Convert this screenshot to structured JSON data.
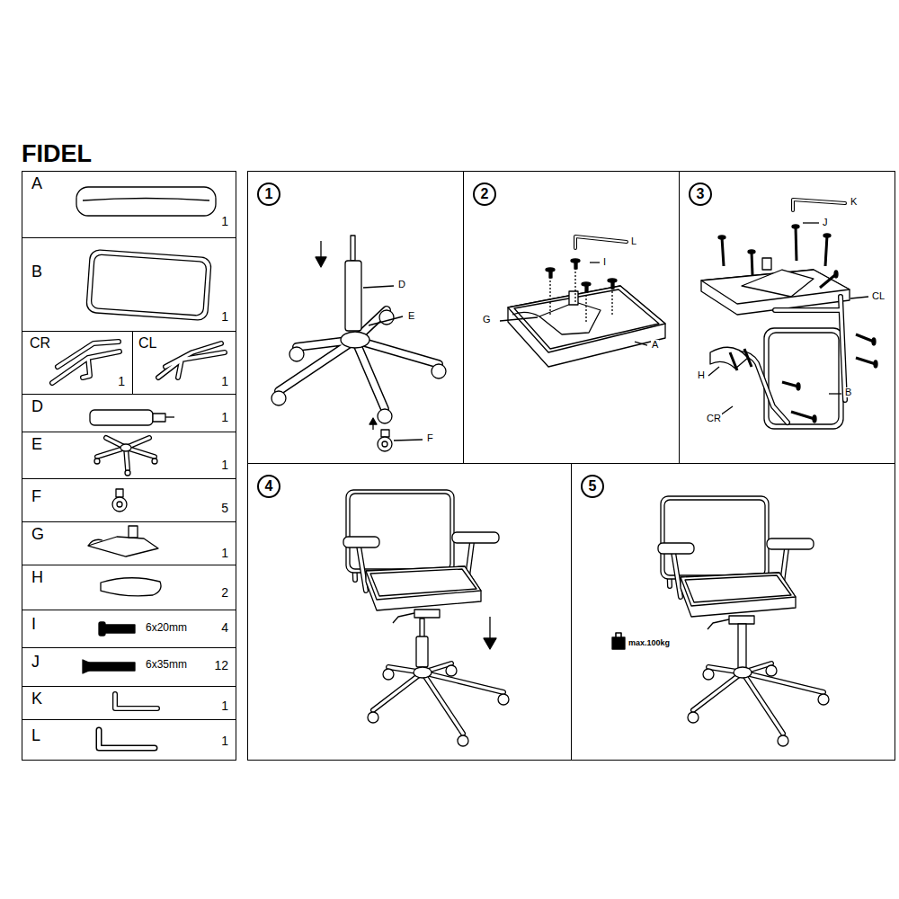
{
  "diagram": {
    "title": "FIDEL",
    "nodes": [
      {
        "text": [
          "A",
          "1"
        ]
      },
      {
        "text": [
          "B",
          "1"
        ]
      },
      {
        "text": [
          "CR",
          "1"
        ]
      },
      {
        "text": [
          "CL",
          "1"
        ]
      },
      {
        "text": [
          "D",
          "1"
        ]
      },
      {
        "text": [
          "E",
          "1"
        ]
      },
      {
        "text": [
          "F",
          "5"
        ]
      },
      {
        "text": [
          "G",
          "1"
        ]
      },
      {
        "text": [
          "H",
          "2"
        ]
      },
      {
        "text": [
          "I",
          "6x20mm",
          "4"
        ]
      },
      {
        "text": [
          "J",
          "6x35mm",
          "12"
        ]
      },
      {
        "text": [
          "K",
          "1"
        ]
      },
      {
        "text": [
          "L",
          "1"
        ]
      },
      {
        "text": [
          "1"
        ]
      },
      {
        "text": [
          "2"
        ]
      },
      {
        "text": [
          "3"
        ]
      },
      {
        "text": [
          "4"
        ]
      },
      {
        "text": [
          "5"
        ]
      }
    ],
    "labels": [
      "D",
      "E",
      "F",
      "L",
      "I",
      "G",
      "A",
      "K",
      "J",
      "CL",
      "H",
      "CR",
      "B",
      "max.100kg"
    ]
  }
}
